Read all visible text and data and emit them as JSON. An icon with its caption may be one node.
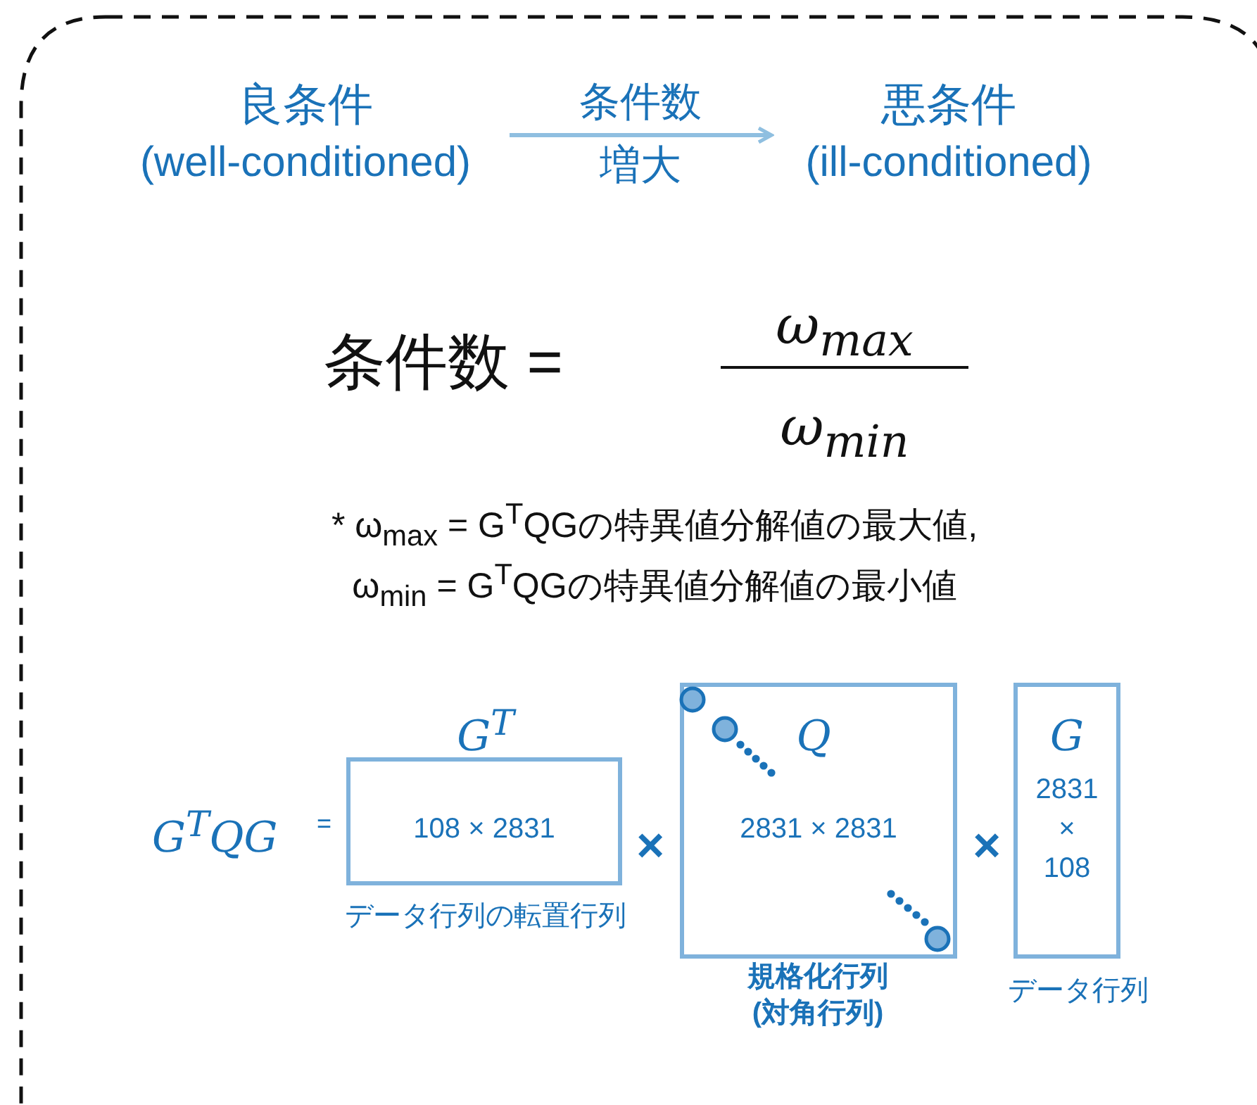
{
  "diagram": {
    "nodes": [
      {
        "text": [
          "良条件",
          "(well-conditioned)"
        ]
      },
      {
        "text": [
          "悪条件",
          "(ill-conditioned)"
        ]
      },
      {
        "text": [
          "G$^{T}$",
          "108 × 2831"
        ],
        "beside": [
          "データ行列の転置行列"
        ]
      },
      {
        "text": [
          "Q",
          "2831 × 2831"
        ],
        "beside": [
          "規格化行列(対角行列)"
        ]
      },
      {
        "text": [
          "G",
          "2831 × 108"
        ],
        "beside": [
          "データ行列"
        ]
      }
    ],
    "edges": [
      {
        "from": 0,
        "to": 1,
        "arrow": "to",
        "label": "条件数増大"
      }
    ],
    "labels": [
      "条件数 =",
      "ω$_{max}$",
      "ω$_{min}$",
      "* ω$_{max}$ = G$^{T}$QGの特異値分解値の最大値,",
      "ω$_{min}$ = G$^{T}$QGの特異値分解値の最小値",
      "G$^{T}$QG",
      "=",
      "×",
      "×"
    ]
  }
}
